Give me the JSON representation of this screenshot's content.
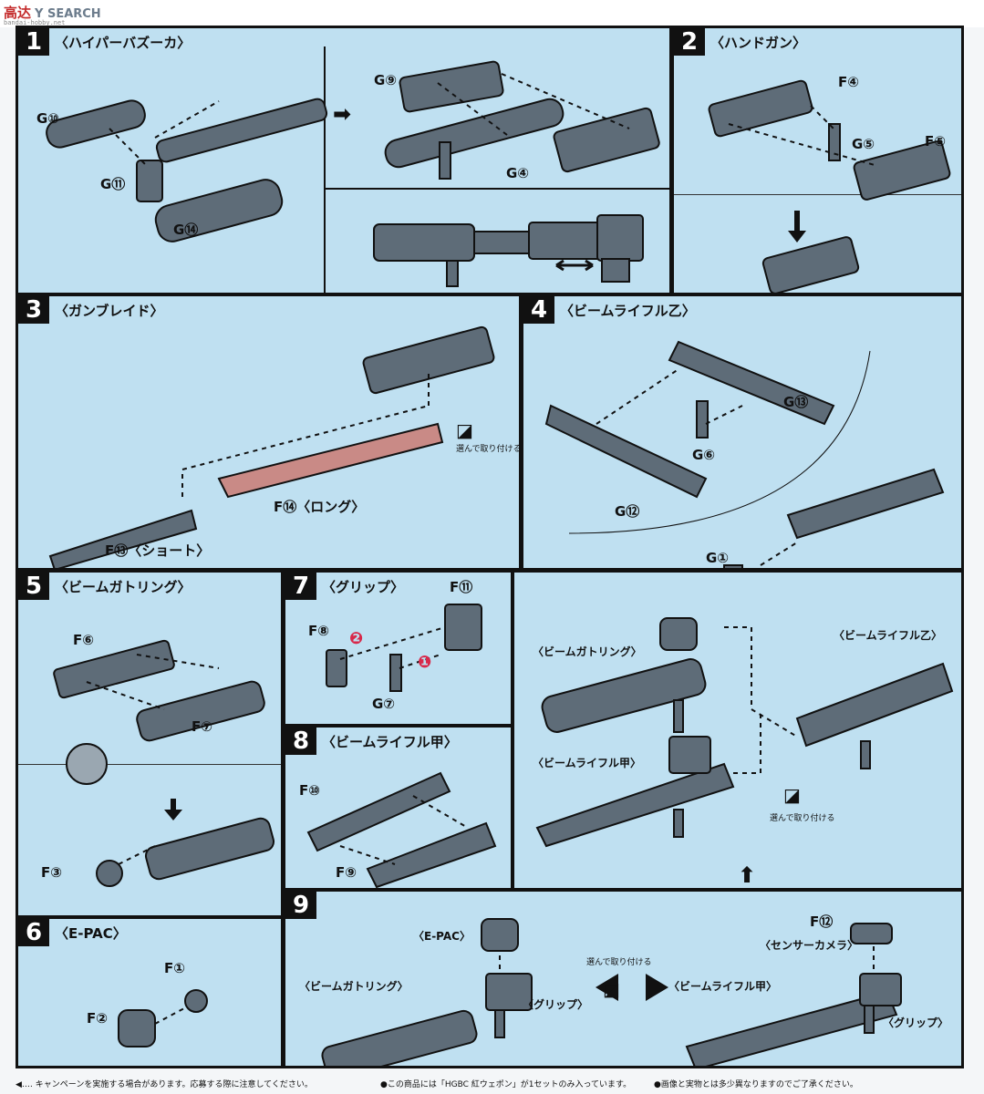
{
  "header": {
    "logo_text": "高达",
    "watermark": "Y SEARCH",
    "logo_sub": "bandai-hobby.net"
  },
  "steps": [
    {
      "num": "1",
      "title": "〈ハイパーバズーカ〉",
      "parts": [
        "G⑩",
        "G⑪",
        "G⑭",
        "G⑨",
        "G④"
      ]
    },
    {
      "num": "2",
      "title": "〈ハンドガン〉",
      "parts": [
        "F④",
        "G⑤",
        "F⑤"
      ]
    },
    {
      "num": "3",
      "title": "〈ガンブレイド〉",
      "parts": [
        "F⑭〈ロング〉",
        "F⑬〈ショート〉"
      ],
      "choose_note": "選んで取り付ける"
    },
    {
      "num": "4",
      "title": "〈ビームライフル乙〉",
      "parts": [
        "G⑬",
        "G⑥",
        "G⑫",
        "G①"
      ]
    },
    {
      "num": "5",
      "title": "〈ビームガトリング〉",
      "parts": [
        "F⑥",
        "F⑦",
        "F③"
      ]
    },
    {
      "num": "6",
      "title": "〈E-PAC〉",
      "parts": [
        "F①",
        "F②"
      ]
    },
    {
      "num": "7",
      "title": "〈グリップ〉",
      "parts": [
        "F⑪",
        "F⑧",
        "G⑦"
      ],
      "order": [
        "❷",
        "❶"
      ]
    },
    {
      "num": "8",
      "title": "〈ビームライフル甲〉",
      "parts": [
        "F⑩",
        "F⑨"
      ]
    },
    {
      "num": "9",
      "title": "",
      "parts": [
        "F⑫"
      ]
    }
  ],
  "assembly": {
    "gatling": "〈ビームガトリング〉",
    "rifle_otsu": "〈ビームライフル乙〉",
    "rifle_kou": "〈ビームライフル甲〉",
    "choose_note": "選んで取り付ける"
  },
  "step9": {
    "epac": "〈E-PAC〉",
    "gatling": "〈ビームガトリング〉",
    "grip1": "〈グリップ〉",
    "choose_note": "選んで取り付ける",
    "rifle_kou": "〈ビームライフル甲〉",
    "sensor": "〈センサーカメラ〉",
    "grip2": "〈グリップ〉",
    "sensor_part": "F⑫"
  },
  "footer": {
    "left": "◀‥‥ キャンペーンを実施する場合があります。応募する際に注意してください。",
    "middle": "●この商品には「HGBC 紅ウェポン」が1セットのみ入っています。",
    "right": "●画像と実物とは多少異なりますのでご了承ください。"
  },
  "colors": {
    "panel_bg": "#bfe0f1",
    "frame": "#111111",
    "part_fill": "#5e6c78",
    "blade_long": "#c98a86",
    "order_red": "#d8284a"
  }
}
